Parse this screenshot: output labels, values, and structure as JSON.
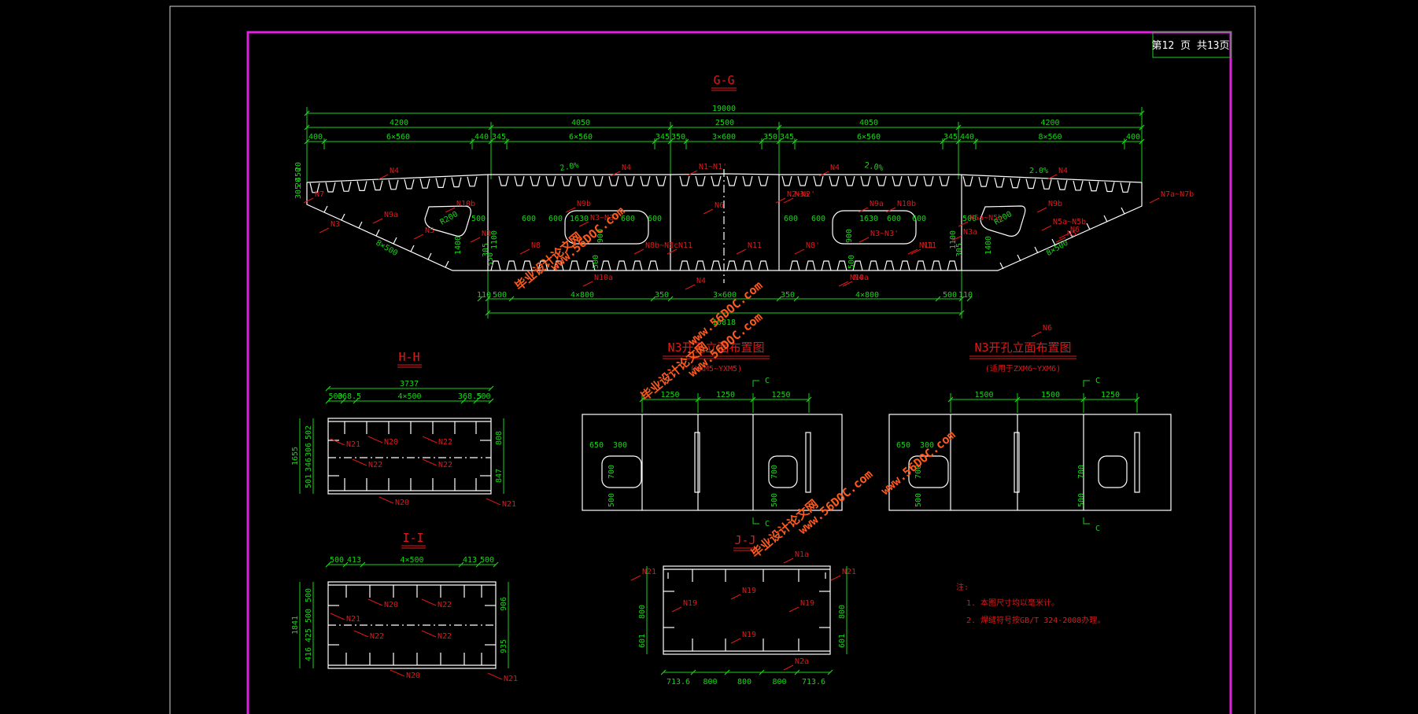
{
  "page_label": "第12 页 共13页",
  "sections": {
    "gg": {
      "title": "G-G"
    },
    "hh": {
      "title": "H-H"
    },
    "ii": {
      "title": "I-I"
    },
    "jj": {
      "title": "J-J"
    },
    "n3a": {
      "title": "N3开孔立面布置图",
      "subtitle": "(YXM5~YXM5)"
    },
    "n3b": {
      "title": "N3开孔立面布置图",
      "subtitle": "(适用于ZXM6~YXM6)"
    }
  },
  "gg_dims": {
    "total": "19000",
    "top_row": [
      "4200",
      "4050",
      "2500",
      "4050",
      "4200"
    ],
    "second_row": [
      "400",
      "6×560",
      "440",
      "345",
      "6×560",
      "345",
      "350",
      "3×600",
      "350",
      "345",
      "6×560",
      "345",
      "440",
      "8×560",
      "400"
    ],
    "bottom_row": [
      "110",
      "500",
      "4×800",
      "350",
      "3×600",
      "350",
      "4×800",
      "500",
      "110"
    ],
    "bottom_total": "10818",
    "inner": [
      "500",
      "600",
      "600",
      "1630",
      "600",
      "600",
      "600",
      "600",
      "1630",
      "600",
      "600",
      "500",
      "1100",
      "1100",
      "900",
      "900",
      "500",
      "500",
      "1400",
      "1400",
      "R200",
      "R200",
      "8×500",
      "8×500",
      "2.0%",
      "2.0%",
      "2.0%",
      "550",
      "305",
      "20",
      "450",
      "20",
      "305",
      "305"
    ],
    "labels": [
      "N4",
      "N4",
      "N4",
      "N4",
      "N1~N1'",
      "N7",
      "N7a~N7b",
      "N10b",
      "N10b",
      "N9b",
      "N9a",
      "N9a",
      "N9b",
      "N5",
      "N5",
      "N5a~N5b",
      "N5a~N5b",
      "N3",
      "N3a",
      "N3a",
      "N3",
      "N6",
      "N6",
      "N8",
      "N8b~N8c",
      "N8'",
      "N11",
      "N11",
      "N11",
      "N11",
      "N3~N3'",
      "N3~N3'",
      "N10a",
      "N10a",
      "N4",
      "N4",
      "N2~N2'",
      "N6"
    ]
  },
  "hh_dims": {
    "top_total": "3737",
    "top_row": [
      "500",
      "368.5",
      "4×500",
      "368.5",
      "500"
    ],
    "left": [
      "1655",
      "502",
      "306",
      "346",
      "501"
    ],
    "right": [
      "808",
      "847"
    ],
    "labels": [
      "N20",
      "N21",
      "N22",
      "N22",
      "N22",
      "N20",
      "N21"
    ]
  },
  "ii_dims": {
    "top_row": [
      "500",
      "413",
      "4×500",
      "413",
      "500"
    ],
    "left": [
      "1841",
      "500",
      "500",
      "425",
      "416"
    ],
    "right": [
      "906",
      "935"
    ],
    "labels": [
      "N20",
      "N21",
      "N22",
      "N22",
      "N22",
      "N20",
      "N21"
    ]
  },
  "jj_dims": {
    "bottom_row": [
      "713.6",
      "800",
      "800",
      "800",
      "713.6"
    ],
    "left": [
      "800",
      "601"
    ],
    "right": [
      "800",
      "601"
    ],
    "labels": [
      "N1a",
      "N21",
      "N21",
      "N19",
      "N19",
      "N19",
      "N19",
      "N2a"
    ]
  },
  "n3a_dims": {
    "top": [
      "1250",
      "1250",
      "1250"
    ],
    "hole": [
      "650",
      "300",
      "700",
      "500",
      "700",
      "500"
    ],
    "cut": "C"
  },
  "n3b_dims": {
    "top": [
      "1500",
      "1500",
      "1250"
    ],
    "hole": [
      "650",
      "300",
      "700",
      "500",
      "700",
      "500"
    ],
    "cut": "C"
  },
  "notes": {
    "title": "注:",
    "items": [
      "1. 本图尺寸均以毫米计。",
      "2. 焊缝符号按GB/T 324-2008办理。"
    ]
  },
  "watermarks": [
    "毕业设计论文网",
    "www.56DOC.com",
    "毕业设计论文网",
    "www.56DOC.com",
    "毕业设计论文网",
    "www.56DOC.com",
    "毕业设计论文网",
    "www.56DOC.com"
  ],
  "colors": {
    "background": "#000000",
    "frame": "#e020e0",
    "outer_border": "#ffffff",
    "dimension": "#19d419",
    "outline": "#ffffff",
    "label": "#e01818",
    "watermark": "#ff5a1e"
  }
}
